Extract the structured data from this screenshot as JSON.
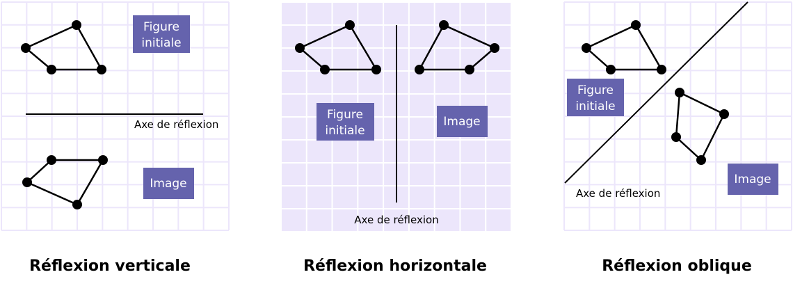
{
  "colors": {
    "grid": "#ece6fb",
    "box": "#6563ad",
    "panel2_bg": "#ece6fb"
  },
  "panels": [
    {
      "title": "Réflexion verticale",
      "axis_label": "Axe de réflexion",
      "figure_label": [
        "Figure",
        "initiale"
      ],
      "image_label": "Image"
    },
    {
      "title": "Réflexion horizontale",
      "axis_label": "Axe de réflexion",
      "figure_label": [
        "Figure",
        "initiale"
      ],
      "image_label": "Image"
    },
    {
      "title": "Réflexion oblique",
      "axis_label": "Axe de réflexion",
      "figure_label": [
        "Figure",
        "initiale"
      ],
      "image_label": "Image"
    }
  ]
}
